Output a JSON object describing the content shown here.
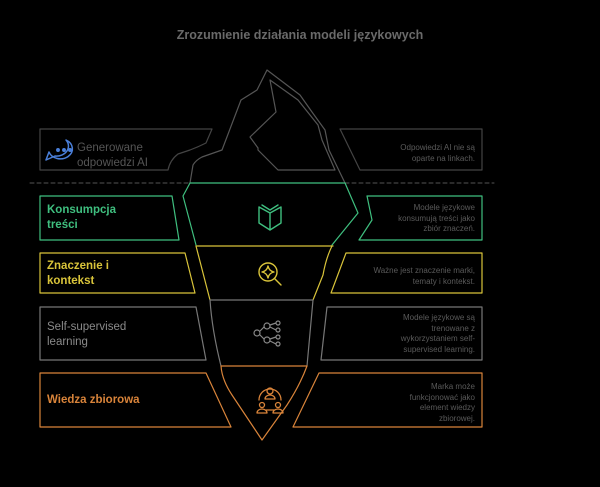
{
  "title": "Zrozumienie działania modeli językowych",
  "colors": {
    "gray": "#4a4a4a",
    "green": "#3fbf7f",
    "yellow": "#d9c43a",
    "light": "#8a8a8a",
    "orange": "#d9843a",
    "blue": "#4a7fd9"
  },
  "layers": [
    {
      "label": "Generowane odpowiedzi AI",
      "description": "Odpowiedzi AI nie są oparte na linkach.",
      "icon": "chat-bubble-icon"
    },
    {
      "label": "Konsumpcja treści",
      "description": "Modele językowe konsumują treści jako zbiór znaczeń.",
      "icon": "open-book-icon"
    },
    {
      "label": "Znaczenie i kontekst",
      "description": "Ważne jest znaczenie marki, tematy i kontekst.",
      "icon": "search-sparkle-icon"
    },
    {
      "label": "Self-supervised learning",
      "description": "Modele językowe są trenowane z wykorzystaniem self-supervised learning.",
      "icon": "network-icon"
    },
    {
      "label": "Wiedza zbiorowa",
      "description": "Marka może funkcjonować jako element wiedzy zbiorowej.",
      "icon": "people-icon"
    }
  ]
}
